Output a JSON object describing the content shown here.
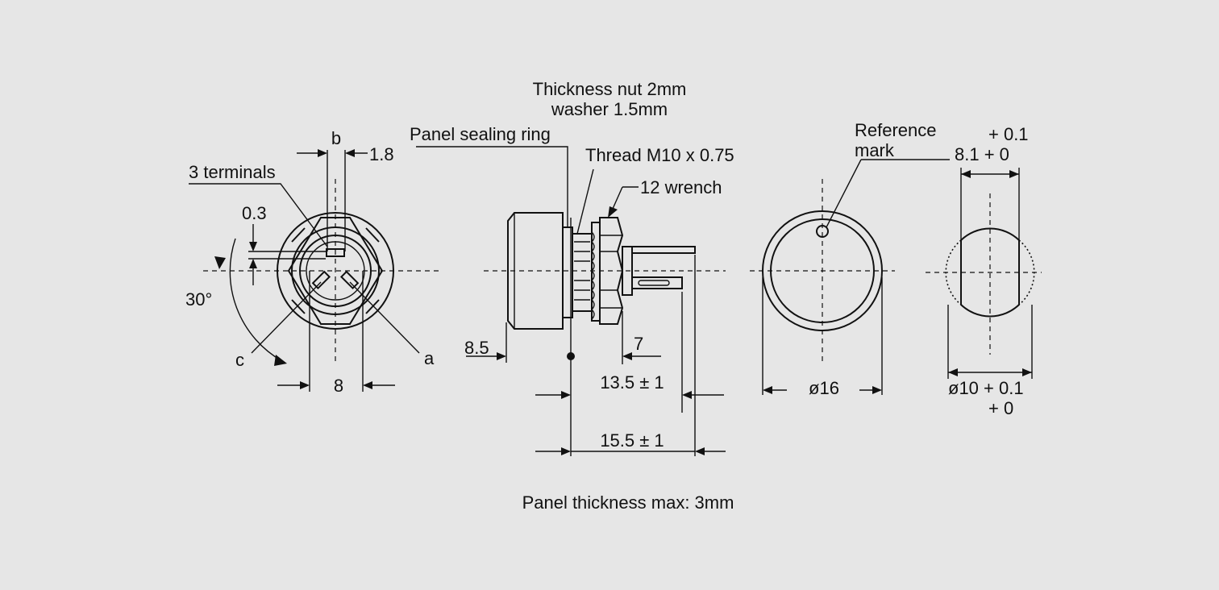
{
  "colors": {
    "background": "#e6e6e6",
    "ink": "#111111"
  },
  "front_view": {
    "label_b": "b",
    "label_1_8": "1.8",
    "label_3_terminals": "3 terminals",
    "label_0_3": "0.3",
    "label_30deg": "30°",
    "label_c": "c",
    "label_a": "a",
    "label_8": "8"
  },
  "side_view": {
    "label_thickness_nut": "Thickness nut 2mm",
    "label_washer": "washer 1.5mm",
    "label_panel_sealing_ring": "Panel sealing ring",
    "label_thread": "Thread M10 x 0.75",
    "label_wrench": "12 wrench",
    "label_8_5": "8.5",
    "label_7": "7",
    "label_13_5": "13.5 ± 1",
    "label_15_5": "15.5 ± 1"
  },
  "knob_view": {
    "label_reference": "Reference",
    "label_mark": "mark",
    "label_16": "ø16"
  },
  "cutout_view": {
    "label_tol_plus": "+ 0.1",
    "label_8_1": "8.1 + 0",
    "label_10": "ø10 + 0.1",
    "label_tol_zero": "+ 0"
  },
  "footer": {
    "panel_thickness": "Panel thickness max: 3mm"
  }
}
